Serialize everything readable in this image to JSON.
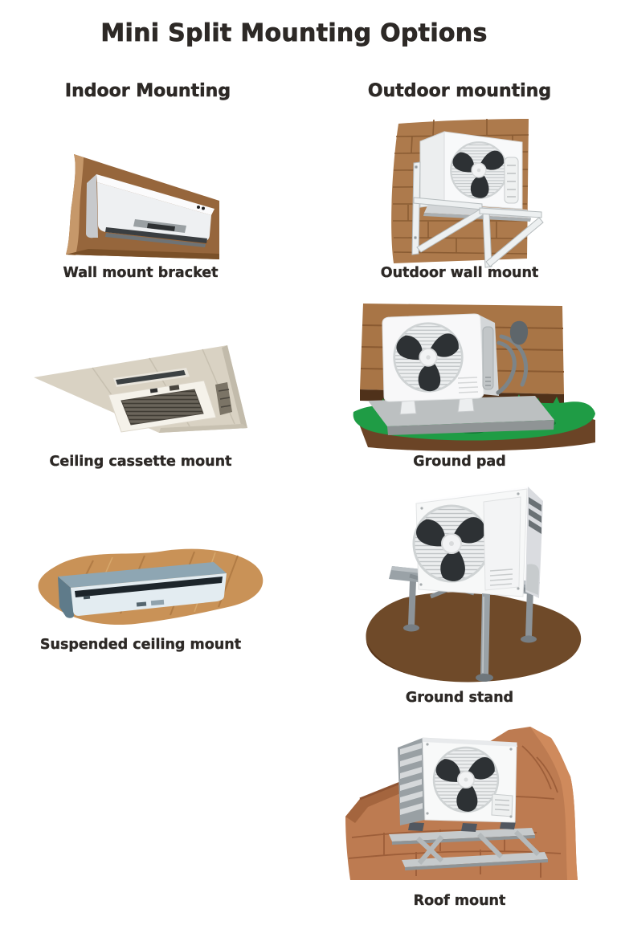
{
  "title": "Mini Split Mounting Options",
  "colors": {
    "text": "#2D2926",
    "background": "#FFFFFF",
    "wood_brown": "#A87546",
    "wall_brown": "#96663C",
    "brick_tan": "#AD7A4C",
    "grass_green": "#1F9C45",
    "dirt_brown": "#6F4A29",
    "roof_terracotta": "#BD7B51",
    "unit_white": "#F7F7F8",
    "metal_gray": "#99A1A6",
    "ceiling_beige": "#D9D2C3",
    "suspended_unit_bluegray": "#8EA6B3"
  },
  "columns": {
    "indoor": {
      "header": "Indoor Mounting",
      "items": [
        {
          "label": "Wall mount bracket",
          "illustration": "wall-mount-bracket"
        },
        {
          "label": "Ceiling cassette mount",
          "illustration": "ceiling-cassette-mount"
        },
        {
          "label": "Suspended ceiling mount",
          "illustration": "suspended-ceiling-mount"
        }
      ]
    },
    "outdoor": {
      "header": "Outdoor mounting",
      "items": [
        {
          "label": "Outdoor wall mount",
          "illustration": "outdoor-wall-mount"
        },
        {
          "label": "Ground pad",
          "illustration": "ground-pad"
        },
        {
          "label": "Ground stand",
          "illustration": "ground-stand"
        },
        {
          "label": "Roof mount",
          "illustration": "roof-mount"
        }
      ]
    }
  }
}
